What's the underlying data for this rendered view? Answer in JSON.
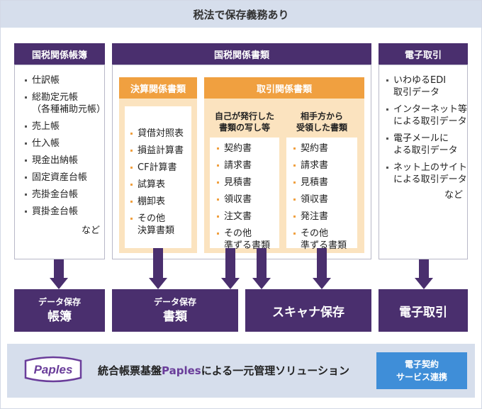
{
  "header": {
    "title": "税法で保存義務あり"
  },
  "columns": {
    "ledgers": {
      "title": "国税関係帳簿",
      "items": [
        "仕訳帳",
        "総勘定元帳\n（各種補助元帳）",
        "売上帳",
        "仕入帳",
        "現金出納帳",
        "固定資産台帳",
        "売掛金台帳",
        "買掛金台帳"
      ],
      "etc": "など"
    },
    "documents": {
      "title": "国税関係書類",
      "settlement": {
        "title": "決算関係書類",
        "items": [
          "貸借対照表",
          "損益計算書",
          "CF計算書",
          "試算表",
          "棚卸表",
          "その他\n決算書類"
        ]
      },
      "transaction": {
        "title": "取引関係書類",
        "issued": {
          "title": "自己が発行した\n書類の写し等",
          "items": [
            "契約書",
            "請求書",
            "見積書",
            "領収書",
            "注文書",
            "その他\n準ずる書類"
          ]
        },
        "received": {
          "title": "相手方から\n受領した書類",
          "items": [
            "契約書",
            "請求書",
            "見積書",
            "領収書",
            "発注書",
            "その他\n準ずる書類"
          ]
        }
      }
    },
    "electronic": {
      "title": "電子取引",
      "items": [
        "いわゆるEDI\n取引データ",
        "インターネット等\nによる取引データ",
        "電子メールに\nよる取引データ",
        "ネット上のサイト\nによる取引データ"
      ],
      "etc": "など"
    }
  },
  "destinations": {
    "ledger_storage": {
      "small": "データ保存",
      "big": "帳簿"
    },
    "document_storage": {
      "small": "データ保存",
      "big": "書類"
    },
    "scanner_storage": {
      "label": "スキャナ保存"
    },
    "electronic_transaction": {
      "label": "電子取引"
    }
  },
  "footer": {
    "logo_text": "Paples",
    "text_prefix": "統合帳票基盤",
    "text_brand": "Paples",
    "text_suffix": "による一元管理ソリューション",
    "button_line1": "電子契約",
    "button_line2": "サービス連携"
  },
  "colors": {
    "purple": "#4a2f6e",
    "orange": "#f0a040",
    "light_orange": "#fbe3bf",
    "light_blue": "#d6deec",
    "button_blue": "#3f8ed8",
    "brand_purple": "#6a3d9a"
  }
}
